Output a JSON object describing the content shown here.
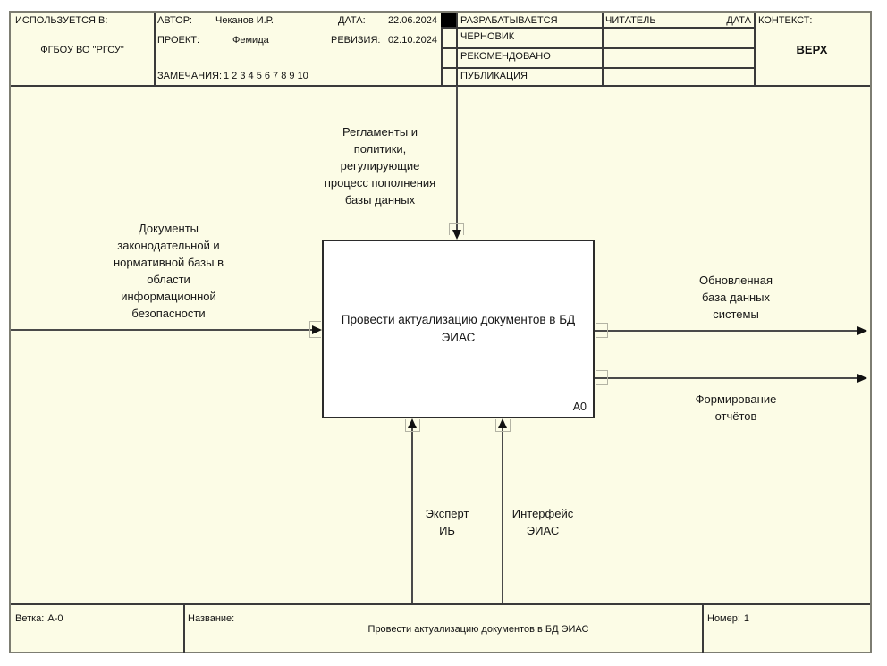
{
  "colors": {
    "sheet_background": "#fcfce6",
    "box_background": "#ffffff",
    "grid_line": "#2e2e2e",
    "sheet_border": "#7d7d72",
    "arrow_line": "#4a4a4a",
    "arrowhead": "#111111",
    "connection_clip": "#b3b3a4",
    "status_marker": "#000000"
  },
  "header": {
    "used_in_label": "ИСПОЛЬЗУЕТСЯ В:",
    "used_in_value": "ФГБОУ ВО \"РГСУ\"",
    "author_label": "АВТОР:",
    "author_value": "Чеканов И.Р.",
    "project_label": "ПРОЕКТ:",
    "project_value": "Фемида",
    "notes_label": "ЗАМЕЧАНИЯ:",
    "notes_value": "1 2 3 4 5 6 7 8 9 10",
    "date_label": "ДАТА:",
    "date_value": "22.06.2024",
    "revision_label": "РЕВИЗИЯ:",
    "revision_value": "02.10.2024",
    "status_rows": [
      "РАЗРАБАТЫВАЕТСЯ",
      "ЧЕРНОВИК",
      "РЕКОМЕНДОВАНО",
      "ПУБЛИКАЦИЯ"
    ],
    "reader_label": "ЧИТАТЕЛЬ",
    "reader_date_label": "ДАТА",
    "context_label": "КОНТЕКСТ:",
    "context_value": "ВЕРХ"
  },
  "diagram": {
    "activity": {
      "title": "Провести актуализацию документов в БД ЭИАС",
      "code": "A0"
    },
    "input_label": "Документы\nзаконодательной и\nнормативной базы в\nобласти\nинформационной\nбезопасности",
    "control_label": "Регламенты и\nполитики,\nрегулирующие\nпроцесс пополнения\nбазы данных",
    "output_labels": [
      "Обновленная\nбаза данных\nсистемы",
      "Формирование\nотчётов"
    ],
    "mechanism_labels": [
      "Эксперт\nИБ",
      "Интерфейс\nЭИАС"
    ]
  },
  "footer": {
    "branch_label": "Ветка:",
    "branch_value": "A-0",
    "title_label": "Название:",
    "number_label": "Номер:",
    "number_value": "1"
  }
}
